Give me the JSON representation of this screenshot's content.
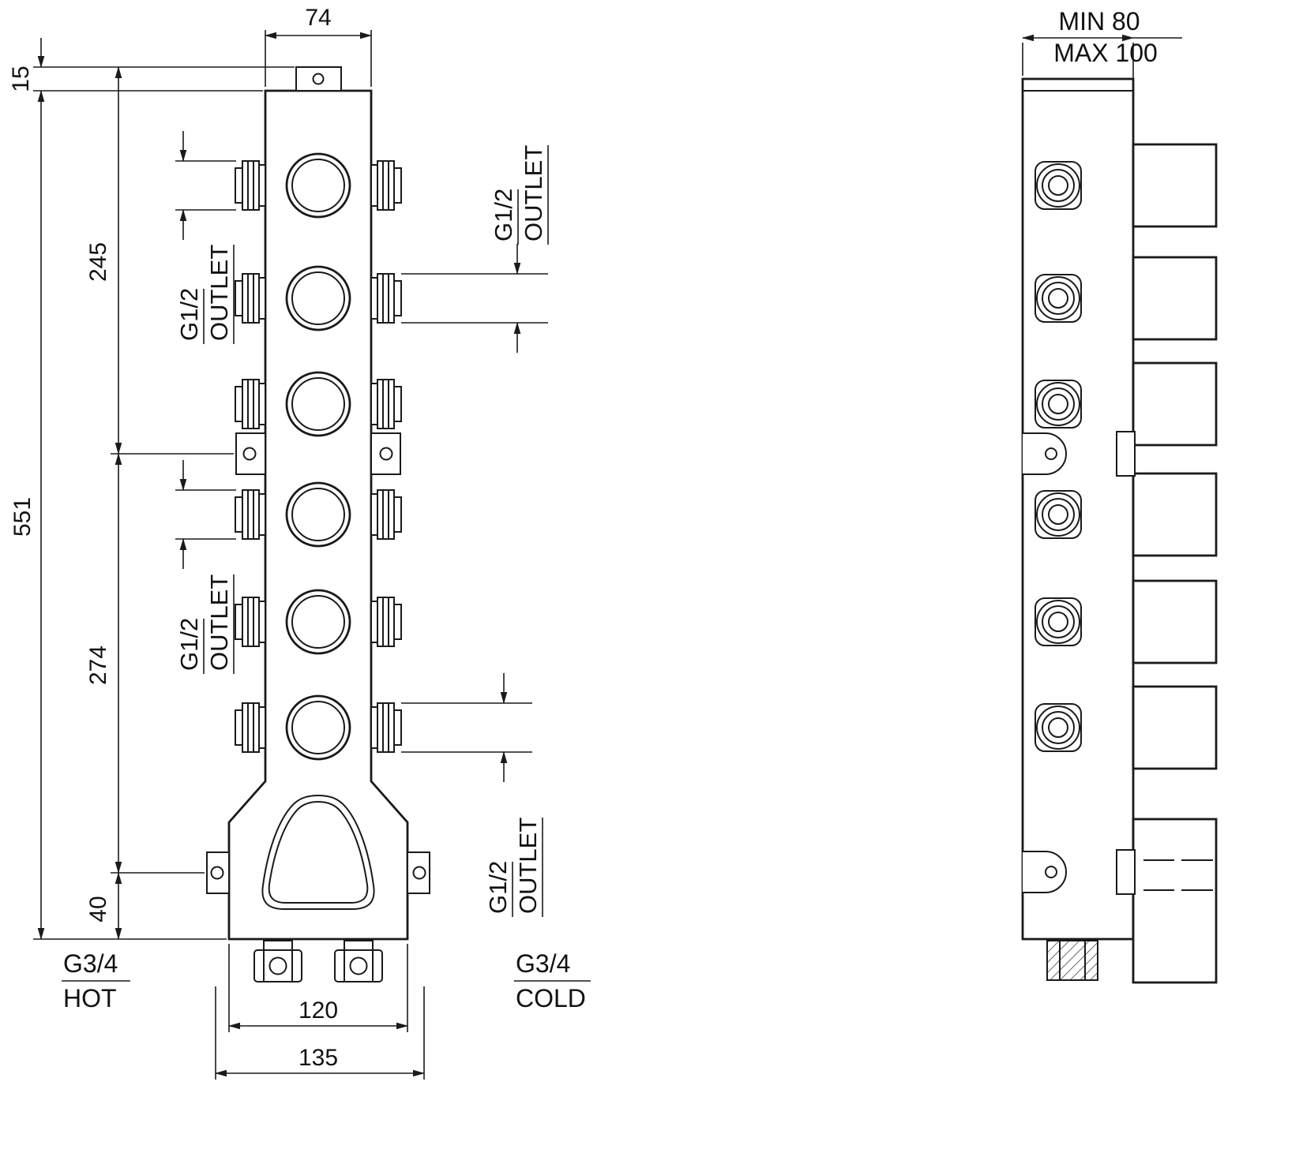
{
  "front_view": {
    "dims": {
      "body_width": "74",
      "tab_height": "15",
      "upper_section": "245",
      "total_height": "551",
      "mid_section": "274",
      "foot_section": "40",
      "inlet_span": "120",
      "base_width": "135"
    },
    "outlet_callouts": [
      {
        "size": "G1/2",
        "label": "OUTLET"
      },
      {
        "size": "G1/2",
        "label": "OUTLET"
      },
      {
        "size": "G1/2",
        "label": "OUTLET"
      },
      {
        "size": "G1/2",
        "label": "OUTLET"
      }
    ],
    "inlets": {
      "hot_size": "G3/4",
      "hot_label": "HOT",
      "cold_size": "G3/4",
      "cold_label": "COLD"
    }
  },
  "side_view": {
    "dims": {
      "depth_min": "MIN 80",
      "depth_max": "MAX 100"
    }
  }
}
